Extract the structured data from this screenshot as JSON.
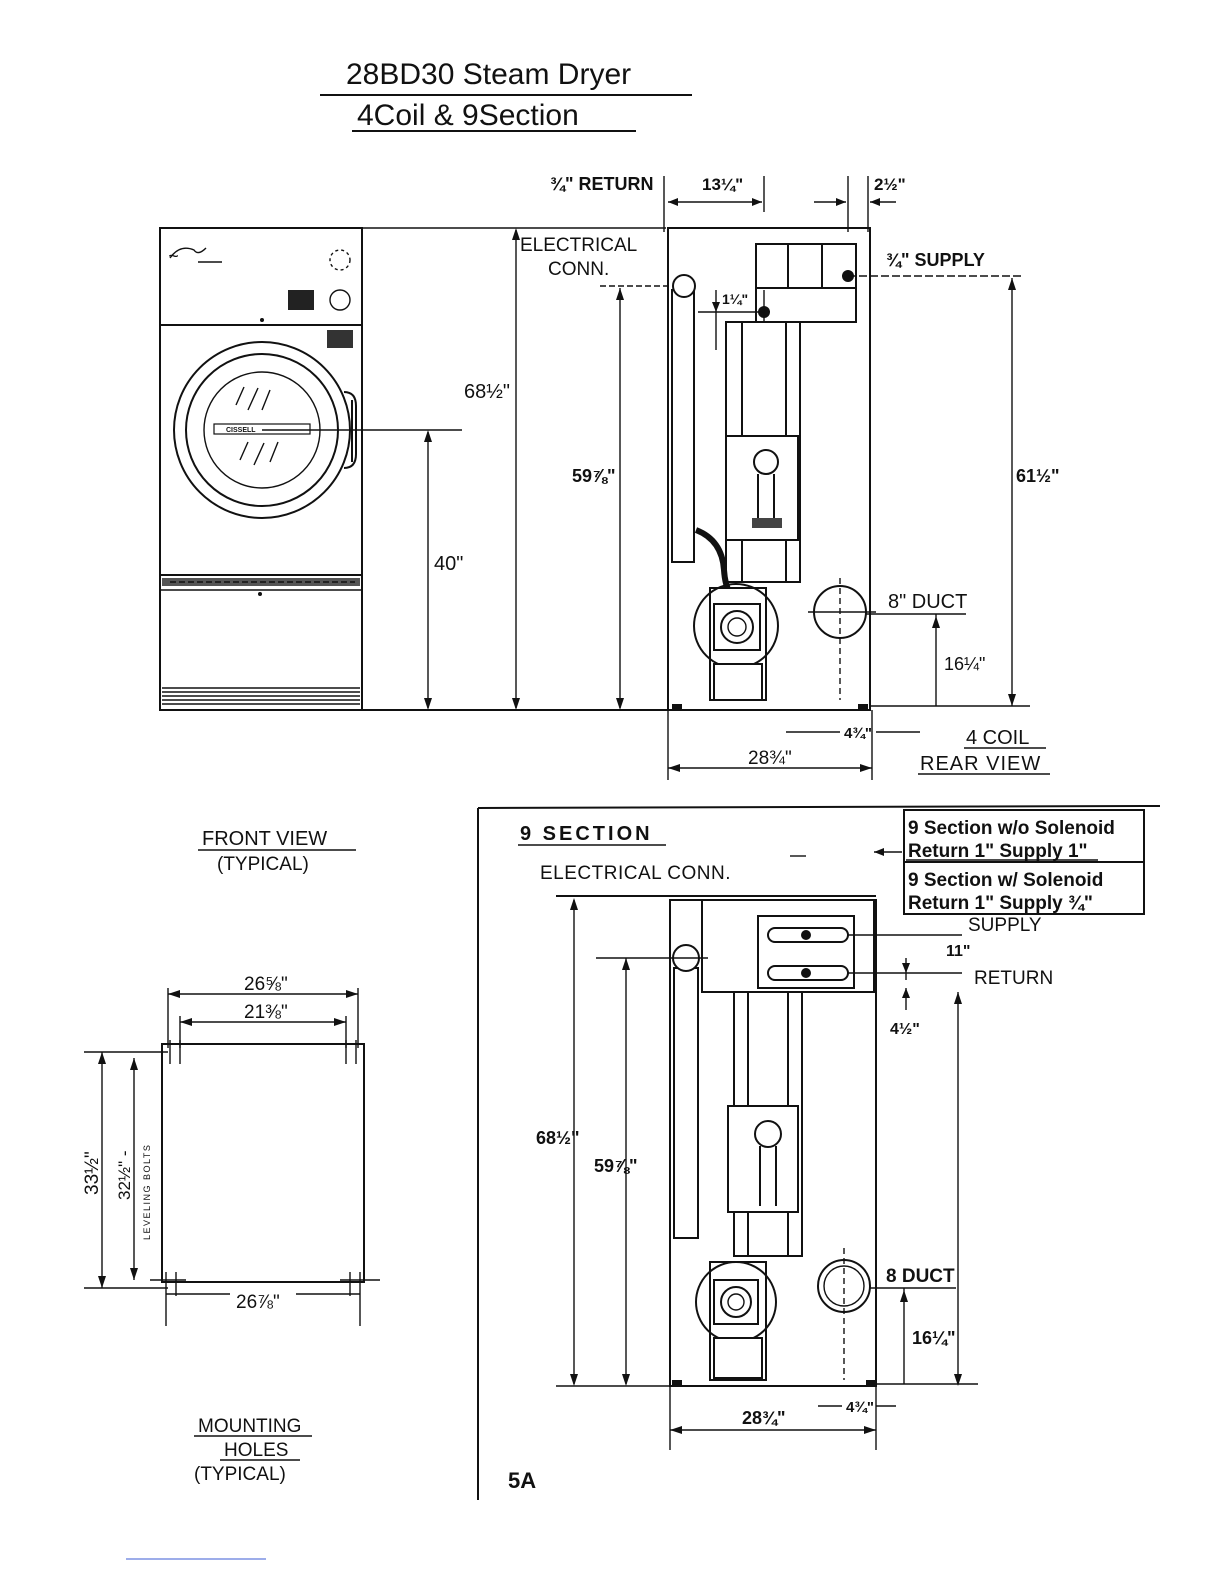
{
  "title": {
    "line1": "28BD30 Steam Dryer",
    "line2": "4Coil & 9Section"
  },
  "front_view": {
    "caption": "FRONT VIEW",
    "sub_caption": "(TYPICAL)",
    "dims": {
      "height_total": "68½\"",
      "height_door": "40\""
    }
  },
  "rear_view_4coil": {
    "caption_line1": "4 COIL",
    "caption_line2": "REAR VIEW",
    "labels": {
      "return": "¾\" RETURN",
      "electrical_line1": "ELECTRICAL",
      "electrical_line2": "CONN.",
      "supply": "¾\" SUPPLY",
      "duct": "8\" DUCT"
    },
    "dims": {
      "w_13": "13¼\"",
      "w_2": "2½\"",
      "d_1": "1¼\"",
      "h_59": "59⅞\"",
      "h_61": "61½\"",
      "h_16": "16¼\"",
      "w_4": "4¾\"",
      "w_28": "28¾\""
    }
  },
  "section_view_9": {
    "caption": "9 SECTION",
    "labels": {
      "electrical": "ELECTRICAL CONN.",
      "supply": "SUPPLY",
      "return": "RETURN",
      "duct": "8 DUCT"
    },
    "dims": {
      "h_68": "68½\"",
      "h_59": "59⅞\"",
      "d_11": "11\"",
      "d_4": "4½\"",
      "h_16": "16¼\"",
      "w_28": "28¾\"",
      "w_4": "4¾\""
    },
    "table": [
      {
        "line1": "9 Section w/o Solenoid",
        "line2": "Return 1\"  Supply 1\""
      },
      {
        "line1": "9 Section w/ Solenoid",
        "line2": "Return 1\"  Supply ¾\""
      }
    ]
  },
  "mounting": {
    "caption_line1": "MOUNTING",
    "caption_line2": "HOLES",
    "caption_line3": "(TYPICAL)",
    "dims": {
      "w_26_5": "26⅝\"",
      "w_21": "21⅜\"",
      "h_33": "33½\"",
      "h_32": "32½\" -",
      "leveling": "LEVELING BOLTS",
      "w_26_7": "26⅞\""
    }
  },
  "page_number": "5A"
}
